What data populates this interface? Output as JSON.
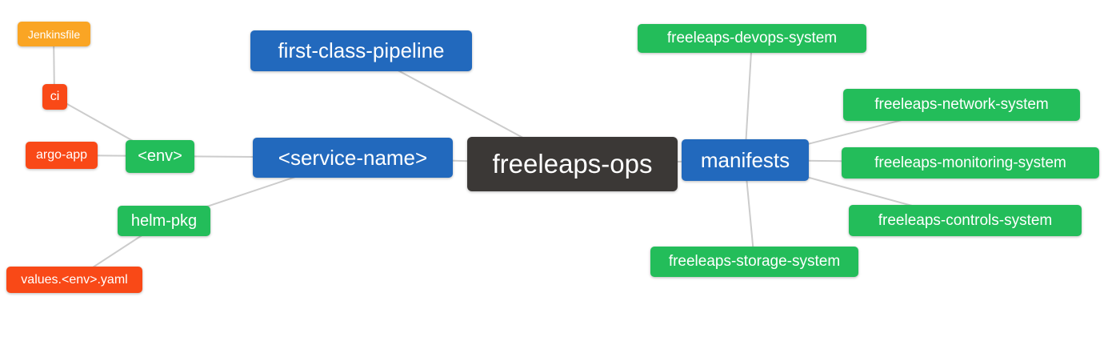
{
  "diagram": {
    "type": "mindmap",
    "root_label": "freeleaps-ops"
  },
  "colors": {
    "canvas_bg": "#ffffff",
    "root_bg": "#3b3836",
    "level1_bg": "#2269bd",
    "level2_bg": "#23bd5a",
    "level3_bg": "#f94917",
    "level4_bg": "#faa524",
    "edge": "#cccccc",
    "node_text": "#ffffff"
  },
  "nodes": [
    {
      "id": "freeleaps-ops",
      "label": "freeleaps-ops",
      "level": "root"
    },
    {
      "id": "first-class-pipeline",
      "label": "first-class-pipeline",
      "level": "1"
    },
    {
      "id": "service-name",
      "label": "<service-name>",
      "level": "1"
    },
    {
      "id": "manifests",
      "label": "manifests",
      "level": "1"
    },
    {
      "id": "env",
      "label": "<env>",
      "level": "2"
    },
    {
      "id": "helm-pkg",
      "label": "helm-pkg",
      "level": "2"
    },
    {
      "id": "freeleaps-devops-system",
      "label": "freeleaps-devops-system",
      "level": "2"
    },
    {
      "id": "freeleaps-network-system",
      "label": "freeleaps-network-system",
      "level": "2"
    },
    {
      "id": "freeleaps-monitoring-system",
      "label": "freeleaps-monitoring-system",
      "level": "2"
    },
    {
      "id": "freeleaps-controls-system",
      "label": "freeleaps-controls-system",
      "level": "2"
    },
    {
      "id": "freeleaps-storage-system",
      "label": "freeleaps-storage-system",
      "level": "2"
    },
    {
      "id": "ci",
      "label": "ci",
      "level": "3"
    },
    {
      "id": "argo-app",
      "label": "argo-app",
      "level": "3"
    },
    {
      "id": "values-env-yaml",
      "label": "values.<env>.yaml",
      "level": "3"
    },
    {
      "id": "jenkinsfile",
      "label": "Jenkinsfile",
      "level": "4"
    }
  ],
  "edges": [
    {
      "from": "freeleaps-ops",
      "to": "first-class-pipeline"
    },
    {
      "from": "freeleaps-ops",
      "to": "<service-name>"
    },
    {
      "from": "freeleaps-ops",
      "to": "manifests"
    },
    {
      "from": "<service-name>",
      "to": "<env>"
    },
    {
      "from": "<service-name>",
      "to": "helm-pkg"
    },
    {
      "from": "<env>",
      "to": "argo-app"
    },
    {
      "from": "<env>",
      "to": "ci"
    },
    {
      "from": "ci",
      "to": "Jenkinsfile"
    },
    {
      "from": "helm-pkg",
      "to": "values.<env>.yaml"
    },
    {
      "from": "manifests",
      "to": "freeleaps-devops-system"
    },
    {
      "from": "manifests",
      "to": "freeleaps-network-system"
    },
    {
      "from": "manifests",
      "to": "freeleaps-monitoring-system"
    },
    {
      "from": "manifests",
      "to": "freeleaps-controls-system"
    },
    {
      "from": "manifests",
      "to": "freeleaps-storage-system"
    }
  ]
}
